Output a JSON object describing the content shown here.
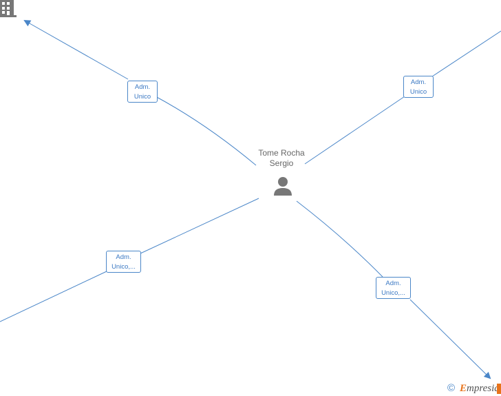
{
  "center": {
    "name_line1": "Tome Rocha",
    "name_line2": "Sergio",
    "icon": "person-icon"
  },
  "relations": [
    {
      "line1": "Adm.",
      "line2": "Unico",
      "direction": "up-left"
    },
    {
      "line1": "Adm.",
      "line2": "Unico",
      "direction": "up-right"
    },
    {
      "line1": "Adm.",
      "line2": "Unico,...",
      "direction": "down-left"
    },
    {
      "line1": "Adm.",
      "line2": "Unico,...",
      "direction": "down-right"
    }
  ],
  "nodes": [
    {
      "icon": "building-icon"
    }
  ],
  "footer": {
    "copyright_symbol": "©",
    "brand_first": "E",
    "brand_rest": "mpresia"
  },
  "colors": {
    "line": "#4a86c8",
    "label_text": "#3a78c3",
    "name_text": "#666666",
    "icon": "#777777",
    "brand_accent": "#e8731a"
  }
}
